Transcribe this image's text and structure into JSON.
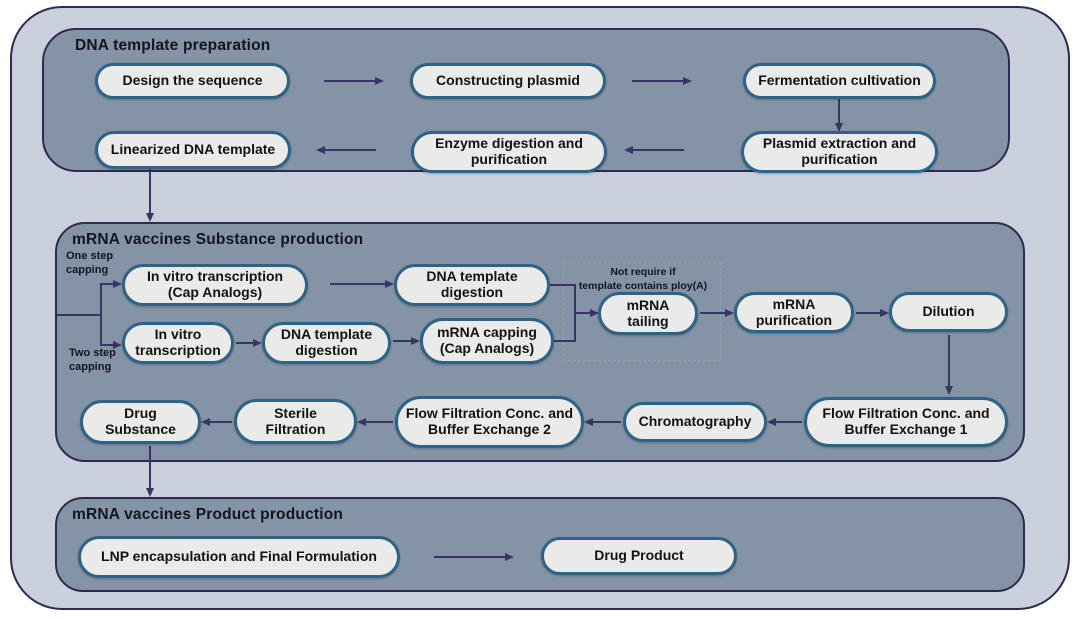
{
  "colors": {
    "outer_bg": "#c9d0dc",
    "section_bg": "#8494a6",
    "pill_bg": "#eaeae8",
    "pill_border": "#2e6286",
    "arrow": "#3b3365",
    "dark_border": "#2e2952"
  },
  "section1": {
    "title": "DNA template preparation",
    "design_sequence": "Design the sequence",
    "constructing_plasmid": "Constructing plasmid",
    "fermentation_cultivation": "Fermentation cultivation",
    "plasmid_extraction": "Plasmid extraction and purification",
    "enzyme_digestion": "Enzyme digestion and purification",
    "linearized_dna": "Linearized DNA template"
  },
  "section2": {
    "title": "mRNA vaccines Substance production",
    "one_step_capping": "One step\ncapping",
    "two_step_capping": "Two step\ncapping",
    "ivt_cap_analogs": "In vitro transcription (Cap Analogs)",
    "dna_template_digestion_1": "DNA template digestion",
    "ivt": "In vitro transcription",
    "dna_template_digestion_2": "DNA template digestion",
    "mrna_capping": "mRNA capping (Cap Analogs)",
    "note": "Not require if\ntemplate contains ploy(A)",
    "mrna_tailing": "mRNA tailing",
    "mrna_purification": "mRNA purification",
    "dilution": "Dilution",
    "flow_filtration_1": "Flow Filtration Conc. and Buffer Exchange 1",
    "chromatography": "Chromatography",
    "flow_filtration_2": "Flow Filtration Conc. and Buffer Exchange 2",
    "sterile_filtration": "Sterile Filtration",
    "drug_substance": "Drug Substance"
  },
  "section3": {
    "title": "mRNA vaccines Product production",
    "lnp_encapsulation": "LNP encapsulation and Final Formulation",
    "drug_product": "Drug Product"
  }
}
